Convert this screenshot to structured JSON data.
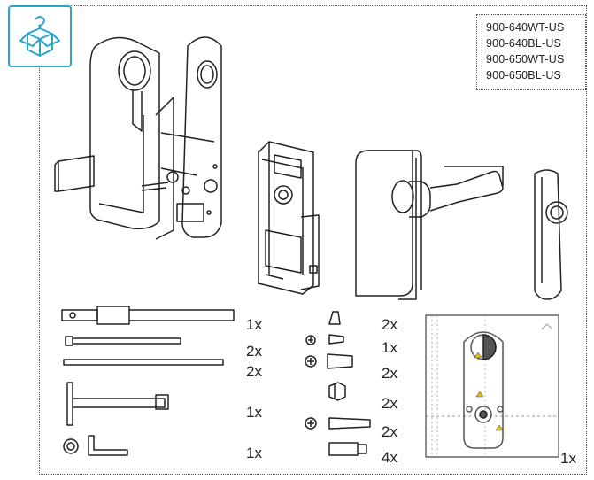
{
  "models": [
    "900-640WT-US",
    "900-640BL-US",
    "900-650WT-US",
    "900-650BL-US"
  ],
  "icons": {
    "box": "open-box-question-icon",
    "accent_color": "#2aa6c9"
  },
  "quantities": {
    "spindle": "1x",
    "long_screw": "2x",
    "rod": "2x",
    "t_wrench": "1x",
    "washer_allen_key": "1x",
    "cone_spacer": "2x",
    "small_screw": "1x",
    "flat_screw": "2x",
    "hex_nut": "2x",
    "long_machine_screw": "2x",
    "sleeve_bolt": "4x",
    "template": "1x"
  }
}
